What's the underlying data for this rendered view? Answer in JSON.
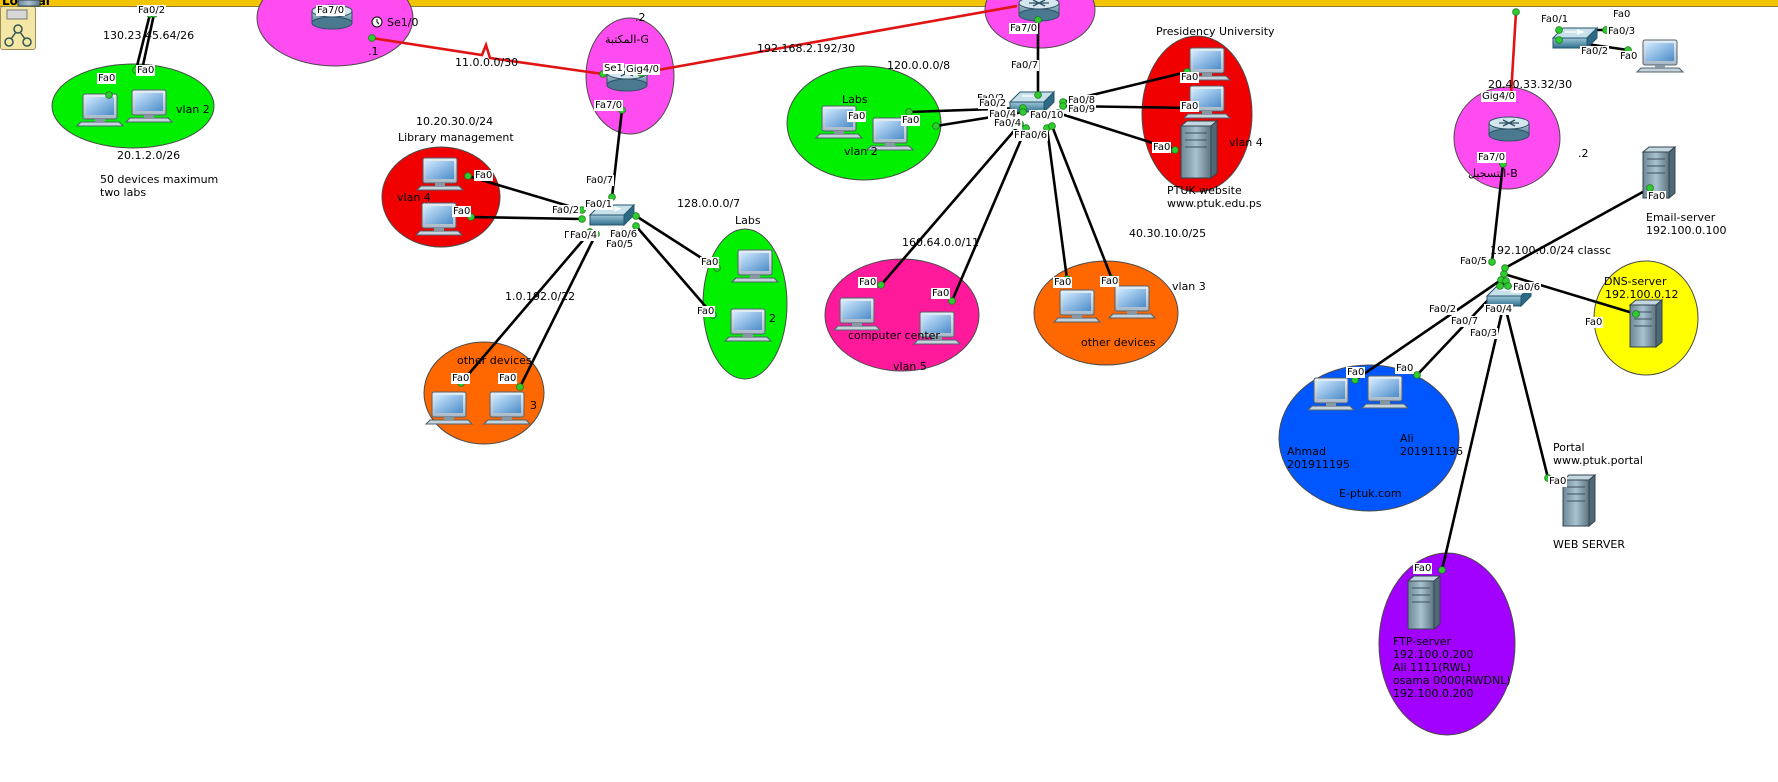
{
  "window": {
    "title": "Logical"
  },
  "colors": {
    "topbar": "#f3c500",
    "green": "#00f000",
    "red": "#f00000",
    "magenta": "#ff4cf0",
    "pink": "#ff1a9c",
    "orange": "#ff6800",
    "blue": "#0057ff",
    "yellow": "#ffff00",
    "purple": "#a200ff",
    "serial_link": "#e01414",
    "ethernet": "#000000",
    "port_dot": "#2ecc2e"
  },
  "networks": {
    "n130": "130.23.45.64/26",
    "n20_1": "20.1.2.0/26",
    "n11": "11.0.0.0/30",
    "n192_168": "192.168.2.192/30",
    "n120": "120.0.0.0/8",
    "n10_20": "10.20.30.0/24",
    "n128": "128.0.0.0/7",
    "n1_0": "1.0.192.0/22",
    "n160": "160.64.0.0/11",
    "n40": "40.30.10.0/25",
    "n20_40": "20.40.33.32/30",
    "n192_100": "192.100.0.0/24 classc"
  },
  "areas": {
    "left_green": {
      "note1": "50 devices maximum",
      "note2": "two labs",
      "vlan": "vlan 2"
    },
    "library": {
      "title": "Library management",
      "vlan": "vlan 4"
    },
    "labs_right": {
      "title": "Labs",
      "num": "2"
    },
    "other_left": {
      "title": "other devices",
      "num": "3"
    },
    "labs_center": {
      "title": "Labs",
      "vlan": "vlan 2"
    },
    "computer_center": {
      "title": "computer center",
      "vlan": "vlan 5"
    },
    "other_center": {
      "title": "other devices",
      "vlan": "vlan 3"
    },
    "presidency": {
      "title": "Presidency University",
      "vlan": "vlan 4",
      "web1": "PTUK website",
      "web2": "www.ptuk.edu.ps"
    },
    "eptuk": {
      "title": "E-ptuk.com",
      "ahmad": "Ahmad",
      "ahmad_id": "201911195",
      "ali": "Ali",
      "ali_id": "201911196"
    },
    "ftp": {
      "l1": "FTP-server",
      "l2": "192.100.0.200",
      "l3": "Ali 1111(RWL)",
      "l4": "osama 0000(RWDNL)",
      "l5": "192.100.0.200"
    },
    "dns": {
      "l1": "DNS-server",
      "l2": "192.100.0.12"
    },
    "email": {
      "l1": "Email-server",
      "l2": "192.100.0.100"
    },
    "portal": {
      "l1": "Portal",
      "l2": "www.ptuk.portal",
      "l3": "WEB SERVER"
    }
  },
  "routers": {
    "maktaba": {
      "name": "المكتبة-G",
      "pre": ".2",
      "se": "Se1",
      "gig": "Gig4/0",
      "fa": "Fa7/0"
    },
    "left": {
      "se": "Se1/0",
      "fa": "Fa7/0",
      "dot": ".1"
    },
    "center": {
      "fa": "Fa7/0"
    },
    "tasjeel": {
      "name": "التسجيل-B",
      "gig": "Gig4/0",
      "fa": "Fa7/0",
      "dot": ".2"
    }
  },
  "ports": {
    "fa0": "Fa0",
    "fa0_1": "Fa0/1",
    "fa0_2": "Fa0/2",
    "fa0_3": "Fa0/3",
    "fa0_4": "Fa0/4",
    "fa0_5": "Fa0/5",
    "fa0_6": "Fa0/6",
    "fa0_7": "Fa0/7",
    "fa0_8": "Fa0/8",
    "fa0_9": "Fa0/9",
    "fa0_10": "Fa0/10",
    "fa0_2t": "Fa0/2",
    "fa0_4t": "Fa0/4",
    "frag_r": "F",
    "frag_l": "Г"
  }
}
